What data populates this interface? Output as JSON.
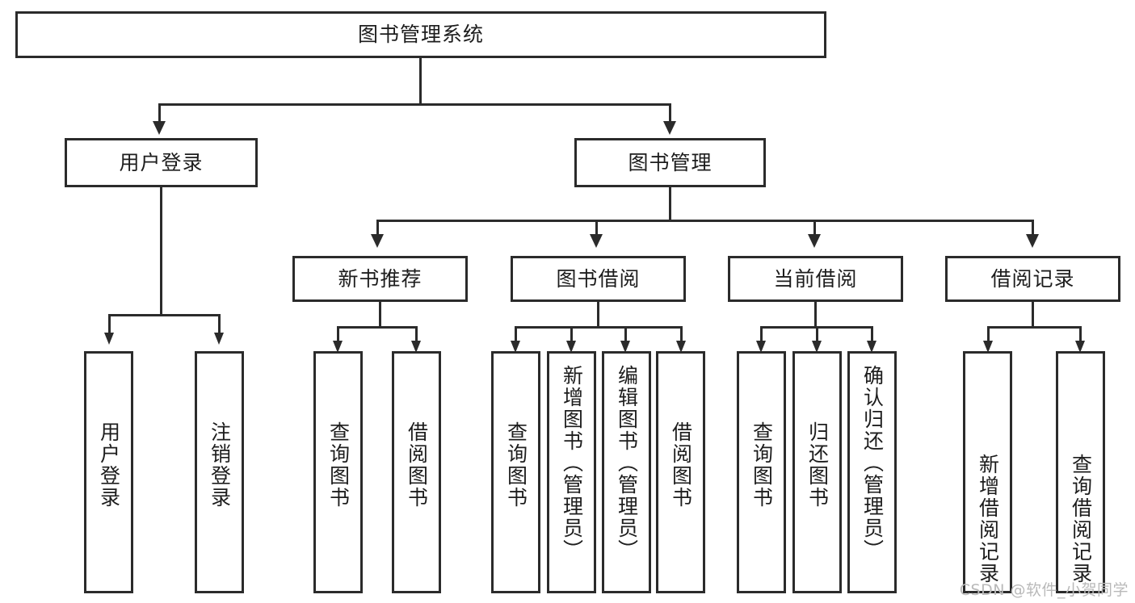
{
  "diagram": {
    "title": "图书管理系统",
    "type": "hierarchy-tree",
    "root": {
      "label": "图书管理系统"
    },
    "level2": [
      {
        "label": "用户登录"
      },
      {
        "label": "图书管理"
      }
    ],
    "level3": [
      {
        "label": "新书推荐"
      },
      {
        "label": "图书借阅"
      },
      {
        "label": "当前借阅"
      },
      {
        "label": "借阅记录"
      }
    ],
    "leaves": {
      "user_login": [
        {
          "label": "用户登录"
        },
        {
          "label": "注销登录"
        }
      ],
      "new_book_recommend": [
        {
          "label": "查询图书"
        },
        {
          "label": "借阅图书"
        }
      ],
      "book_borrow": [
        {
          "label": "查询图书"
        },
        {
          "label": "新增图书（管理员）"
        },
        {
          "label": "编辑图书（管理员）"
        },
        {
          "label": "借阅图书"
        }
      ],
      "current_borrow": [
        {
          "label": "查询图书"
        },
        {
          "label": "归还图书"
        },
        {
          "label": "确认归还（管理员）"
        }
      ],
      "borrow_records": [
        {
          "label": "新增借阅记录"
        },
        {
          "label": "查询借阅记录"
        }
      ]
    }
  },
  "watermark": {
    "text": "CSDN @软件_小贺同学"
  },
  "colors": {
    "stroke": "#2b2b2b",
    "text": "#1d1d1d",
    "background": "#ffffff",
    "watermark": "#b9b9b9"
  }
}
